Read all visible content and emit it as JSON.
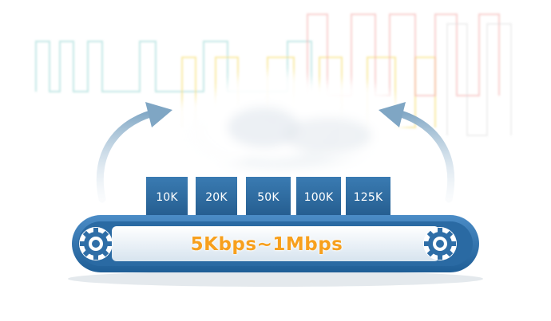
{
  "conveyor": {
    "rates": [
      "10K",
      "20K",
      "50K",
      "100K",
      "125K"
    ],
    "speed_range": "5Kbps~1Mbps"
  },
  "icons": {
    "left_gear": "gear-icon",
    "right_gear": "gear-icon",
    "left_arrow": "curved-arrow-icon",
    "right_arrow": "curved-arrow-icon"
  },
  "colors": {
    "belt_blue": "#2f6ea7",
    "box_blue": "#2e6a9e",
    "text_orange": "#f7a01e",
    "wave_teal": "#8fd3d0",
    "wave_yellow": "#f5dc6a",
    "wave_red": "#f3a8a6"
  }
}
